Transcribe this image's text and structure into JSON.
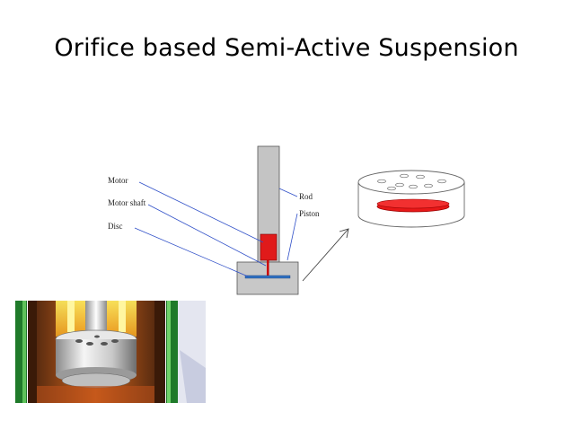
{
  "slide": {
    "title": "Orifice based Semi-Active Suspension"
  },
  "diagram": {
    "labels_left": {
      "motor": "Motor",
      "motor_shaft": "Motor shaft",
      "disc": "Disc"
    },
    "labels_right": {
      "rod": "Rod",
      "piston": "Piston"
    },
    "colors": {
      "rod": "#c0c0c0",
      "motor": "#e01a1a",
      "leader_line": "#3050c8",
      "disc": "#3070c0",
      "orifice_disc": "#e81818"
    }
  },
  "photo": {
    "description_icon": "shock-absorber-photo"
  }
}
